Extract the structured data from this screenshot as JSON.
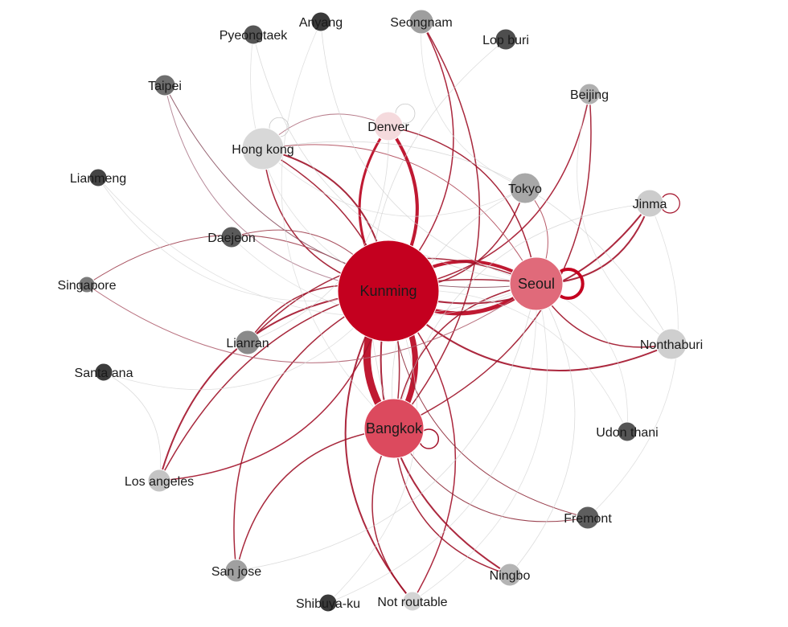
{
  "graph": {
    "nodes": [
      {
        "id": "kunming",
        "label": "Kunming",
        "color": "#c4001f"
      },
      {
        "id": "seoul",
        "label": "Seoul",
        "color": "#e06a7a"
      },
      {
        "id": "bangkok",
        "label": "Bangkok",
        "color": "#dc4a5e"
      },
      {
        "id": "denver",
        "label": "Denver",
        "color": "#f5dadd"
      },
      {
        "id": "hongkong",
        "label": "Hong kong",
        "color": "#d8d8d8"
      },
      {
        "id": "tokyo",
        "label": "Tokyo",
        "color": "#a8a8a8"
      },
      {
        "id": "jinma",
        "label": "Jinma",
        "color": "#cccccc"
      },
      {
        "id": "nonthaburi",
        "label": "Nonthaburi",
        "color": "#cfcfcf"
      },
      {
        "id": "lianran",
        "label": "Lianran",
        "color": "#8a8a8a"
      },
      {
        "id": "losangeles",
        "label": "Los angeles",
        "color": "#c4c4c4"
      },
      {
        "id": "sanjose",
        "label": "San jose",
        "color": "#a0a0a0"
      },
      {
        "id": "ningbo",
        "label": "Ningbo",
        "color": "#b4b4b4"
      },
      {
        "id": "notroutable",
        "label": "Not routable",
        "color": "#d4d4d4"
      },
      {
        "id": "shibuya",
        "label": "Shibuya-ku",
        "color": "#3a3a3a"
      },
      {
        "id": "fremont",
        "label": "Fremont",
        "color": "#5e5e5e"
      },
      {
        "id": "udonthani",
        "label": "Udon thani",
        "color": "#555555"
      },
      {
        "id": "santaana",
        "label": "Santa ana",
        "color": "#3c3c3c"
      },
      {
        "id": "singapore",
        "label": "Singapore",
        "color": "#7a7a7a"
      },
      {
        "id": "daejeon",
        "label": "Daejeon",
        "color": "#5a5a5a"
      },
      {
        "id": "lianmeng",
        "label": "Lianmeng",
        "color": "#444444"
      },
      {
        "id": "taipei",
        "label": "Taipei",
        "color": "#6e6e6e"
      },
      {
        "id": "pyeongtaek",
        "label": "Pyeongtaek",
        "color": "#555555"
      },
      {
        "id": "anyang",
        "label": "Anyang",
        "color": "#3a3a3a"
      },
      {
        "id": "seongnam",
        "label": "Seongnam",
        "color": "#9e9e9e"
      },
      {
        "id": "lopburi",
        "label": "Lop buri",
        "color": "#4e4e4e"
      },
      {
        "id": "beijing",
        "label": "Beijing",
        "color": "#b0b0b0"
      }
    ],
    "edges": [
      {
        "from": "kunming",
        "to": "bangkok",
        "weight": 9,
        "color": "#b8001c"
      },
      {
        "from": "bangkok",
        "to": "kunming",
        "weight": 7,
        "color": "#b8001c"
      },
      {
        "from": "kunming",
        "to": "seoul",
        "weight": 5,
        "color": "#b8001c"
      },
      {
        "from": "seoul",
        "to": "kunming",
        "weight": 4,
        "color": "#b8001c"
      },
      {
        "from": "kunming",
        "to": "denver",
        "weight": 4,
        "color": "#b8001c"
      },
      {
        "from": "denver",
        "to": "kunming",
        "weight": 3,
        "color": "#b8001c"
      },
      {
        "from": "kunming",
        "to": "hongkong",
        "weight": 2,
        "color": "#9e1228"
      },
      {
        "from": "hongkong",
        "to": "kunming",
        "weight": 1.5,
        "color": "#9e1228"
      },
      {
        "from": "kunming",
        "to": "tokyo",
        "weight": 1.5,
        "color": "#9e1228"
      },
      {
        "from": "kunming",
        "to": "jinma",
        "weight": 2,
        "color": "#a3122a"
      },
      {
        "from": "kunming",
        "to": "nonthaburi",
        "weight": 2,
        "color": "#a3122a"
      },
      {
        "from": "kunming",
        "to": "lianran",
        "weight": 1.5,
        "color": "#9e1228"
      },
      {
        "from": "kunming",
        "to": "losangeles",
        "weight": 2,
        "color": "#a3122a"
      },
      {
        "from": "losangeles",
        "to": "kunming",
        "weight": 1.5,
        "color": "#a3122a"
      },
      {
        "from": "kunming",
        "to": "sanjose",
        "weight": 1.5,
        "color": "#9e1228"
      },
      {
        "from": "kunming",
        "to": "ningbo",
        "weight": 2,
        "color": "#a3122a"
      },
      {
        "from": "kunming",
        "to": "notroutable",
        "weight": 2,
        "color": "#a3122a"
      },
      {
        "from": "notroutable",
        "to": "kunming",
        "weight": 1.5,
        "color": "#a3122a"
      },
      {
        "from": "kunming",
        "to": "seongnam",
        "weight": 1.5,
        "color": "#a3122a"
      },
      {
        "from": "kunming",
        "to": "beijing",
        "weight": 1.5,
        "color": "#a3122a"
      },
      {
        "from": "kunming",
        "to": "fremont",
        "weight": 1,
        "color": "#8e2a3a"
      },
      {
        "from": "kunming",
        "to": "daejeon",
        "weight": 1,
        "color": "#a04050"
      },
      {
        "from": "kunming",
        "to": "singapore",
        "weight": 1,
        "color": "#a04050"
      },
      {
        "from": "seoul",
        "to": "jinma",
        "weight": 2,
        "color": "#a3122a"
      },
      {
        "from": "seoul",
        "to": "losangeles",
        "weight": 1.5,
        "color": "#9e1228"
      },
      {
        "from": "seoul",
        "to": "nonthaburi",
        "weight": 1.5,
        "color": "#9e1228"
      },
      {
        "from": "seoul",
        "to": "lianran",
        "weight": 1.5,
        "color": "#9e1228"
      },
      {
        "from": "seoul",
        "to": "denver",
        "weight": 1.5,
        "color": "#9e1228"
      },
      {
        "from": "seoul",
        "to": "bangkok",
        "weight": 1.5,
        "color": "#9e1228"
      },
      {
        "from": "seoul",
        "to": "hongkong",
        "weight": 1,
        "color": "#b04a5a"
      },
      {
        "from": "seoul",
        "to": "tokyo",
        "weight": 1,
        "color": "#b04a5a"
      },
      {
        "from": "bangkok",
        "to": "ningbo",
        "weight": 1.5,
        "color": "#9e1228"
      },
      {
        "from": "bangkok",
        "to": "sanjose",
        "weight": 1.5,
        "color": "#9e1228"
      },
      {
        "from": "bangkok",
        "to": "notroutable",
        "weight": 1.5,
        "color": "#9e1228"
      },
      {
        "from": "bangkok",
        "to": "seongnam",
        "weight": 1.5,
        "color": "#9e1228"
      },
      {
        "from": "bangkok",
        "to": "beijing",
        "weight": 1.5,
        "color": "#9e1228"
      },
      {
        "from": "bangkok",
        "to": "hongkong",
        "weight": 1.5,
        "color": "#9e1228"
      },
      {
        "from": "bangkok",
        "to": "fremont",
        "weight": 1,
        "color": "#8e2a3a"
      },
      {
        "from": "taipei",
        "to": "seoul",
        "weight": 1,
        "color": "#8a5060"
      },
      {
        "from": "denver",
        "to": "hongkong",
        "weight": 1,
        "color": "#b07080"
      },
      {
        "from": "singapore",
        "to": "seoul",
        "weight": 1,
        "color": "#b06070"
      },
      {
        "from": "taipei",
        "to": "kunming",
        "weight": 1,
        "color": "#b08090"
      },
      {
        "from": "pyeongtaek",
        "to": "seoul",
        "weight": 0.8,
        "color": "#cfcfcf"
      },
      {
        "from": "anyang",
        "to": "seoul",
        "weight": 0.8,
        "color": "#cfcfcf"
      },
      {
        "from": "lopburi",
        "to": "bangkok",
        "weight": 0.8,
        "color": "#cfcfcf"
      },
      {
        "from": "lianmeng",
        "to": "seoul",
        "weight": 0.8,
        "color": "#d6d6d6"
      },
      {
        "from": "santaana",
        "to": "kunming",
        "weight": 0.8,
        "color": "#d6d6d6"
      },
      {
        "from": "udonthani",
        "to": "kunming",
        "weight": 0.8,
        "color": "#d6d6d6"
      },
      {
        "from": "shibuya",
        "to": "kunming",
        "weight": 0.8,
        "color": "#d6d6d6"
      },
      {
        "from": "shibuya",
        "to": "seoul",
        "weight": 0.8,
        "color": "#d6d6d6"
      },
      {
        "from": "tokyo",
        "to": "bangkok",
        "weight": 0.8,
        "color": "#d0d0d0"
      },
      {
        "from": "jinma",
        "to": "bangkok",
        "weight": 0.8,
        "color": "#d0d0d0"
      },
      {
        "from": "nonthaburi",
        "to": "hongkong",
        "weight": 0.8,
        "color": "#d0d0d0"
      },
      {
        "from": "lianran",
        "to": "denver",
        "weight": 0.8,
        "color": "#d0d0d0"
      },
      {
        "from": "sanjose",
        "to": "seoul",
        "weight": 0.8,
        "color": "#d0d0d0"
      },
      {
        "from": "ningbo",
        "to": "seoul",
        "weight": 0.8,
        "color": "#d0d0d0"
      },
      {
        "from": "losangeles",
        "to": "santaana",
        "weight": 0.8,
        "color": "#d0d0d0"
      },
      {
        "from": "pyeongtaek",
        "to": "kunming",
        "weight": 0.8,
        "color": "#d6d6d6"
      },
      {
        "from": "anyang",
        "to": "bangkok",
        "weight": 0.8,
        "color": "#d6d6d6"
      },
      {
        "from": "daejeon",
        "to": "seoul",
        "weight": 0.8,
        "color": "#d6d6d6"
      },
      {
        "from": "lianmeng",
        "to": "kunming",
        "weight": 0.8,
        "color": "#d6d6d6"
      },
      {
        "from": "beijing",
        "to": "nonthaburi",
        "weight": 0.8,
        "color": "#d6d6d6"
      },
      {
        "from": "seongnam",
        "to": "tokyo",
        "weight": 0.8,
        "color": "#d6d6d6"
      },
      {
        "from": "udonthani",
        "to": "seoul",
        "weight": 0.8,
        "color": "#d6d6d6"
      },
      {
        "from": "fremont",
        "to": "jinma",
        "weight": 0.8,
        "color": "#d6d6d6"
      },
      {
        "from": "notroutable",
        "to": "seoul",
        "weight": 0.8,
        "color": "#d6d6d6"
      },
      {
        "from": "hongkong",
        "to": "tokyo",
        "weight": 0.8,
        "color": "#d6d6d6"
      }
    ],
    "loops": [
      {
        "node": "seoul",
        "weight": 4,
        "color": "#c4001f"
      },
      {
        "node": "bangkok",
        "weight": 1.5,
        "color": "#a3122a"
      },
      {
        "node": "jinma",
        "weight": 1.2,
        "color": "#a3122a"
      },
      {
        "node": "hongkong",
        "weight": 0.8,
        "color": "#c8c8c8"
      },
      {
        "node": "denver",
        "weight": 0.8,
        "color": "#c8c8c8"
      }
    ]
  }
}
